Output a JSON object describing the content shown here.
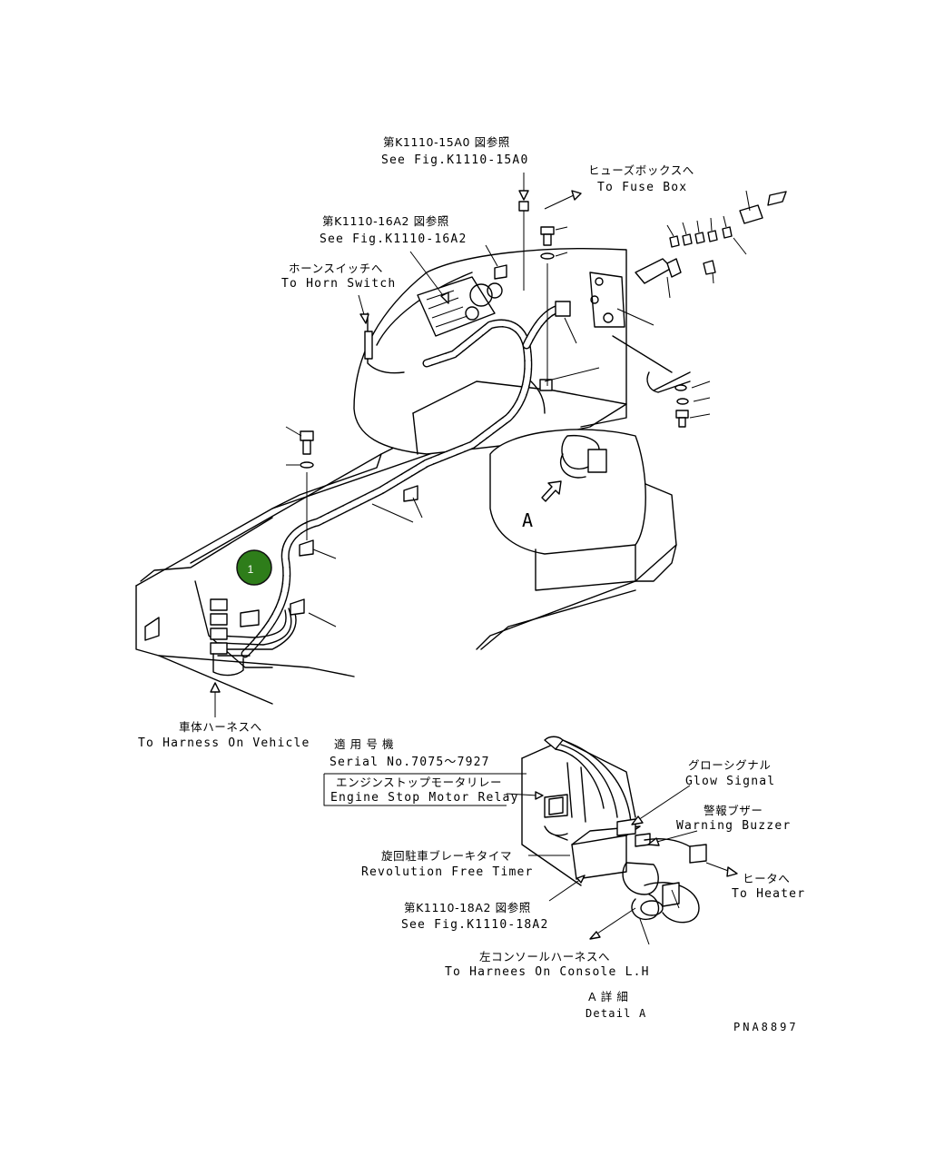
{
  "labels": {
    "see_fig_15a0_jp": "第K1110-15A0 図参照",
    "see_fig_15a0_en": "See Fig.K1110-15A0",
    "fuse_box_jp": "ヒューズボックスへ",
    "fuse_box_en": "To Fuse Box",
    "see_fig_16a2_jp": "第K1110-16A2 図参照",
    "see_fig_16a2_en": "See Fig.K1110-16A2",
    "horn_switch_jp": "ホーンスイッチへ",
    "horn_switch_en": "To Horn Switch",
    "detail_marker": "A",
    "vehicle_harness_jp": "車体ハーネスへ",
    "vehicle_harness_en": "To Harness On Vehicle",
    "serial_jp": "適 用 号 機",
    "serial_en": "Serial No.7075～7927",
    "stop_relay_jp": "エンジンストップモータリレー",
    "stop_relay_en": "Engine Stop Motor Relay",
    "glow_jp": "グローシグナル",
    "glow_en": "Glow Signal",
    "buzzer_jp": "警報ブザー",
    "buzzer_en": "Warning Buzzer",
    "timer_jp": "旋回駐車ブレーキタイマ",
    "timer_en": "Revolution Free Timer",
    "heater_jp": "ヒータへ",
    "heater_en": "To Heater",
    "see_fig_18a2_jp": "第K1110-18A2 図参照",
    "see_fig_18a2_en": "See Fig.K1110-18A2",
    "console_jp": "左コンソールハーネスへ",
    "console_en": "To Harnees On Console L.H",
    "detail_a_jp": "A 詳 細",
    "detail_a_en": "Detail A",
    "drawing_no": "PNA8897"
  },
  "callouts": [
    {
      "number": "1",
      "color": "#2e7d1a"
    }
  ]
}
